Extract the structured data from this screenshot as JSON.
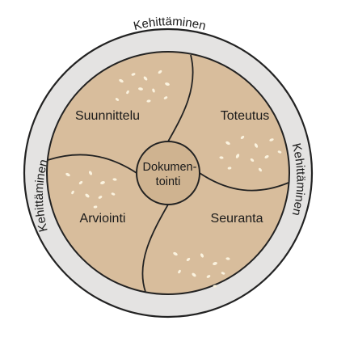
{
  "diagram": {
    "outer_ring_labels": {
      "top": "Kehittäminen",
      "right": "Kehittäminen",
      "left": "Kehittäminen"
    },
    "segments": {
      "top_left": "Suunnittelu",
      "top_right": "Toteutus",
      "bottom_left": "Arviointi",
      "bottom_right": "Seuranta"
    },
    "center": {
      "line1": "Dokumen-",
      "line2": "tointi"
    },
    "colors": {
      "ring": "#e4e3e2",
      "fill": "#d8bd9c",
      "center_fill": "#cfb390",
      "stroke": "#222222",
      "speckle": "#fbf3df"
    }
  }
}
